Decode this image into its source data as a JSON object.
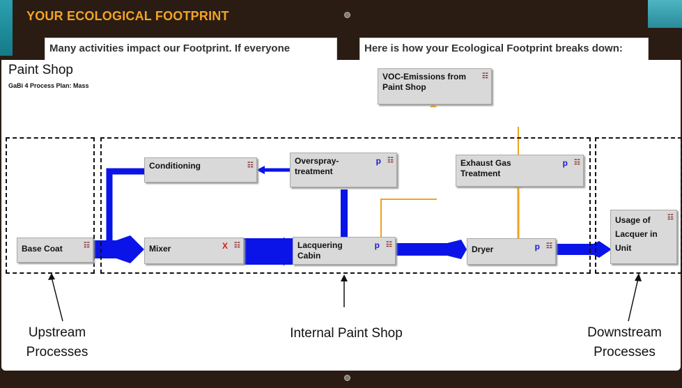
{
  "header": {
    "title": "YOUR ECOLOGICAL FOOTPRINT",
    "intro_left": "Many activities impact our Footprint. If everyone",
    "intro_right": "Here is how your Ecological Footprint breaks down:"
  },
  "diagram": {
    "title": "Paint Shop",
    "subtitle": "GaBi 4 Process Plan: Mass",
    "processes": {
      "base_coat": {
        "label": "Base Coat"
      },
      "mixer": {
        "label": "Mixer",
        "mark": "X"
      },
      "conditioning": {
        "label": "Conditioning"
      },
      "overspray": {
        "label": "Overspray-treatment",
        "mark": "p"
      },
      "lacquering": {
        "label": "Lacquering Cabin",
        "mark": "p"
      },
      "dryer": {
        "label": "Dryer",
        "mark": "p"
      },
      "exhaust": {
        "label": "Exhaust Gas Treatment",
        "mark": "p"
      },
      "voc": {
        "label": "VOC-Emissions from Paint Shop"
      },
      "usage": {
        "label": "Usage of Lacquer in Unit"
      }
    },
    "regions": {
      "upstream": "Upstream Processes",
      "internal": "Internal Paint Shop",
      "downstream": "Downstream Processes"
    },
    "colors": {
      "main_flow": "#0a14e8",
      "emission_flow": "#f0a21e"
    }
  }
}
